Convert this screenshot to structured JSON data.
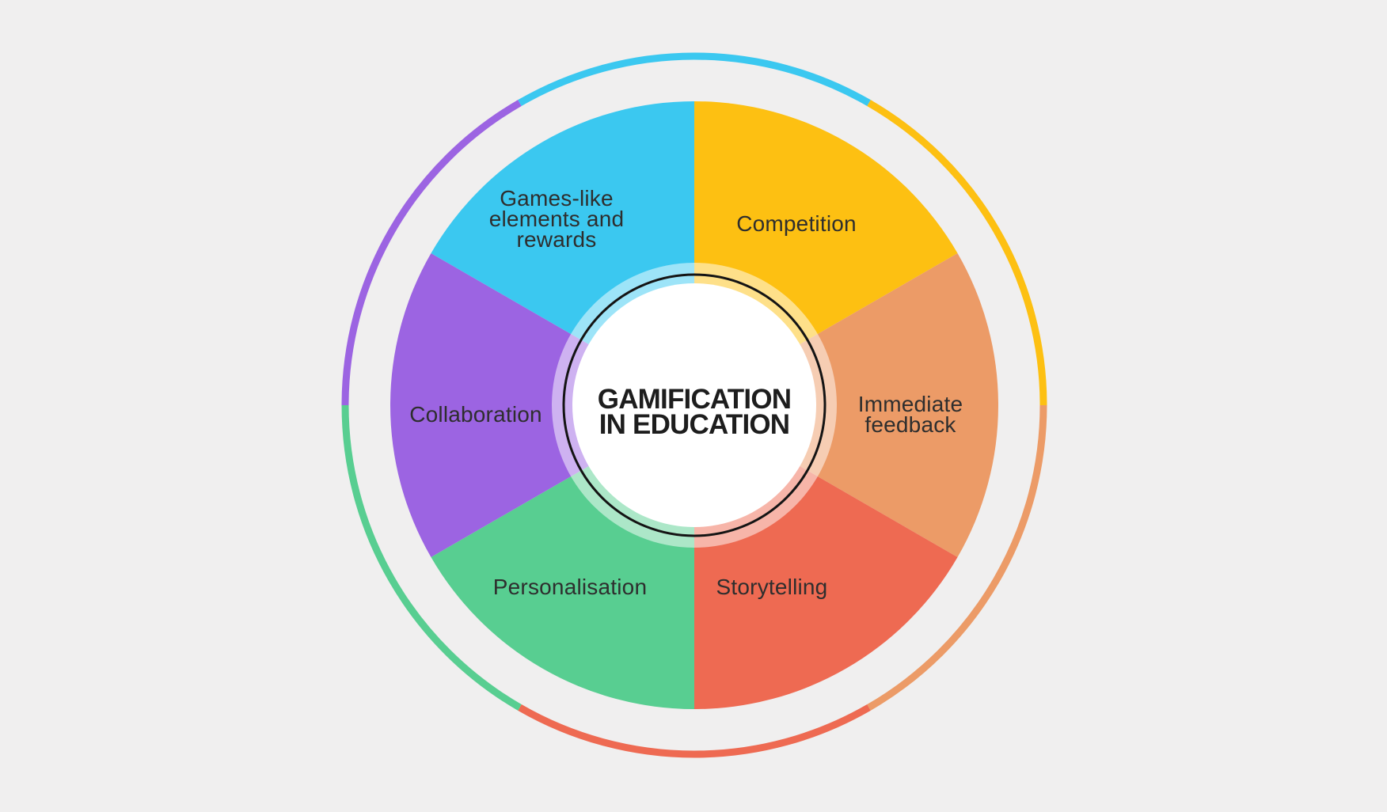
{
  "background_color": "#f0efef",
  "title": {
    "lines": [
      "GAMIFICATION",
      "IN EDUCATION"
    ],
    "color": "#1d1d1d"
  },
  "wheel": {
    "label_color": "#2e2e2e",
    "outline_color": "#141414",
    "center_fill": "#ffffff",
    "inner_glow_color": "#ffffff",
    "inner_glow_opacity": 0.5,
    "segments": [
      {
        "id": "competition",
        "label_lines": [
          "Competition"
        ],
        "color": "#fdc012"
      },
      {
        "id": "immediate-feedback",
        "label_lines": [
          "Immediate",
          "feedback"
        ],
        "color": "#ec9b67"
      },
      {
        "id": "storytelling",
        "label_lines": [
          "Storytelling"
        ],
        "color": "#ee6a52"
      },
      {
        "id": "personalisation",
        "label_lines": [
          "Personalisation"
        ],
        "color": "#58ce91"
      },
      {
        "id": "collaboration",
        "label_lines": [
          "Collaboration"
        ],
        "color": "#9c64e2"
      },
      {
        "id": "games-like-elements",
        "label_lines": [
          "Games-like",
          "elements and",
          "rewards"
        ],
        "color": "#3bc8f0"
      }
    ]
  }
}
